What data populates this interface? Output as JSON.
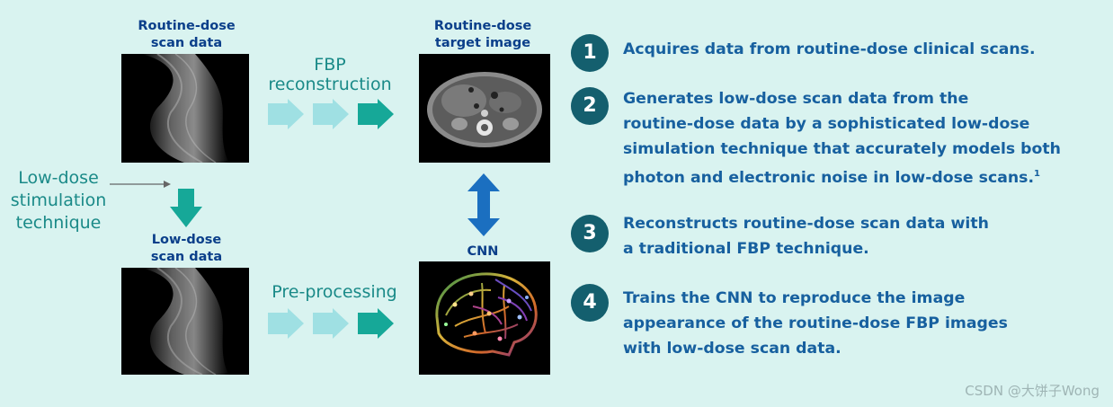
{
  "headers": {
    "routine_scan": [
      "Routine-dose",
      "scan data"
    ],
    "routine_target": [
      "Routine-dose",
      "target image"
    ],
    "lowdose_scan": [
      "Low-dose",
      "scan data"
    ],
    "cnn": "CNN"
  },
  "labels": {
    "fbp": [
      "FBP",
      "reconstruction"
    ],
    "preprocessing": "Pre-processing",
    "lowdose_technique": [
      "Low-dose",
      "stimulation",
      "technique"
    ]
  },
  "steps": [
    {
      "number": "1",
      "lines": [
        "Acquires data from routine-dose clinical scans."
      ]
    },
    {
      "number": "2",
      "lines": [
        "Generates low-dose scan data from the",
        "routine-dose data by a sophisticated low-dose",
        "simulation technique that accurately models both",
        "photon and electronic noise in low-dose scans."
      ],
      "footnote": "1"
    },
    {
      "number": "3",
      "lines": [
        "Reconstructs routine-dose scan data with",
        "a traditional FBP technique."
      ]
    },
    {
      "number": "4",
      "lines": [
        "Trains the CNN to reproduce the image",
        "appearance of the routine-dose FBP images",
        "with low-dose scan data."
      ]
    }
  ],
  "watermark": "CSDN @大饼子Wong",
  "colors": {
    "background": "#d9f3f0",
    "heading_blue": "#0b3f8a",
    "teal_text": "#1a8a88",
    "step_text": "#17609f",
    "step_circle": "#145f6e",
    "arrow_light": "#9fe0e3",
    "arrow_dark": "#16a898",
    "double_arrow": "#1b6fc0"
  }
}
